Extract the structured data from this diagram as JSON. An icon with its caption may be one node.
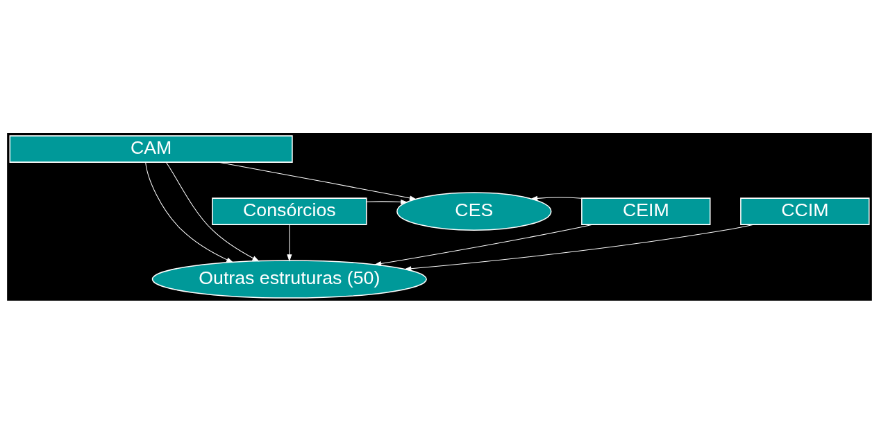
{
  "diagram": {
    "nodes": [
      {
        "text": [
          "CAM"
        ]
      },
      {
        "text": [
          "Consórcios"
        ]
      },
      {
        "text": [
          "CES"
        ]
      },
      {
        "text": [
          "CEIM"
        ]
      },
      {
        "text": [
          "Outras estruturas (50)"
        ]
      },
      {
        "text": [
          "CCIM"
        ]
      }
    ],
    "edges": [
      {
        "from": 0,
        "to": 2,
        "arrow": "to"
      },
      {
        "from": 0,
        "to": 4,
        "arrow": "to"
      },
      {
        "from": 0,
        "to": 4,
        "arrow": "to"
      },
      {
        "from": 1,
        "to": 2,
        "arrow": "to"
      },
      {
        "from": 3,
        "to": 2,
        "arrow": "to"
      },
      {
        "from": 1,
        "to": 4,
        "arrow": "to"
      },
      {
        "from": 3,
        "to": 4,
        "arrow": "to"
      },
      {
        "from": 5,
        "to": 4,
        "arrow": "to"
      }
    ]
  }
}
